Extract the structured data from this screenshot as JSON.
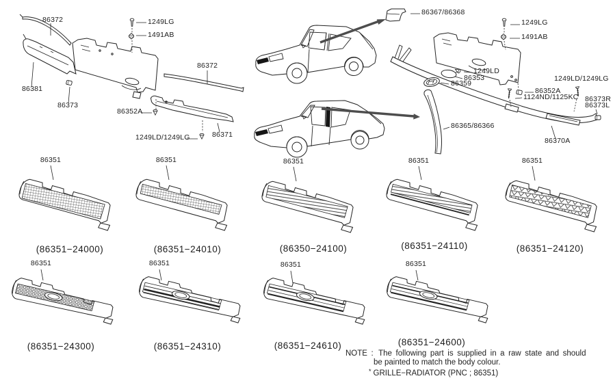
{
  "assembly_left": {
    "molding_upper": "86372",
    "bolt": "1249LG",
    "nut": "1491AB",
    "molding_right": "86372",
    "bracket_left": "86381",
    "clip": "86373",
    "screw": "86352A",
    "screw_pair": "1249LD/1249LG",
    "bracket_right": "86371"
  },
  "assembly_right": {
    "garnish": "86367/86368",
    "bolt": "1249LG",
    "nut": "1491AB",
    "screw": "1249LD",
    "plate": "86353",
    "emblem": "86359",
    "clip": "86352A",
    "bolt_pair": "1124ND/1125KC",
    "screw_pair": "1249LD/1249LG",
    "bracket_r": "86373R",
    "bracket_l": "86373L",
    "pillar_garnish": "86365/86366",
    "molding_front": "86370A"
  },
  "grilles": [
    {
      "callout": "86351",
      "part_number": "(86351−24000)"
    },
    {
      "callout": "86351",
      "part_number": "(86351−24010)"
    },
    {
      "callout": "86351",
      "part_number": "(86350−24100)"
    },
    {
      "callout": "86351",
      "part_number": "(86351−24110)"
    },
    {
      "callout": "86351",
      "part_number": "(86351−24120)"
    },
    {
      "callout": "86351",
      "part_number": "(86351−24300)"
    },
    {
      "callout": "86351",
      "part_number": "(86351−24310)"
    },
    {
      "callout": "86351",
      "part_number": "(86351−24610)"
    },
    {
      "callout": "86351",
      "part_number": "(86351−24600)"
    }
  ],
  "note": {
    "label": "NOTE :",
    "line1": "The following part is supplied in a raw state and should",
    "line2": "be painted to match the body colour.",
    "bullet": "*",
    "line3": "GRILLE−RADIATOR (PNC ; 86351)"
  },
  "colors": {
    "line": "#222222",
    "arrow": "#4d4d4d",
    "background": "#ffffff"
  }
}
